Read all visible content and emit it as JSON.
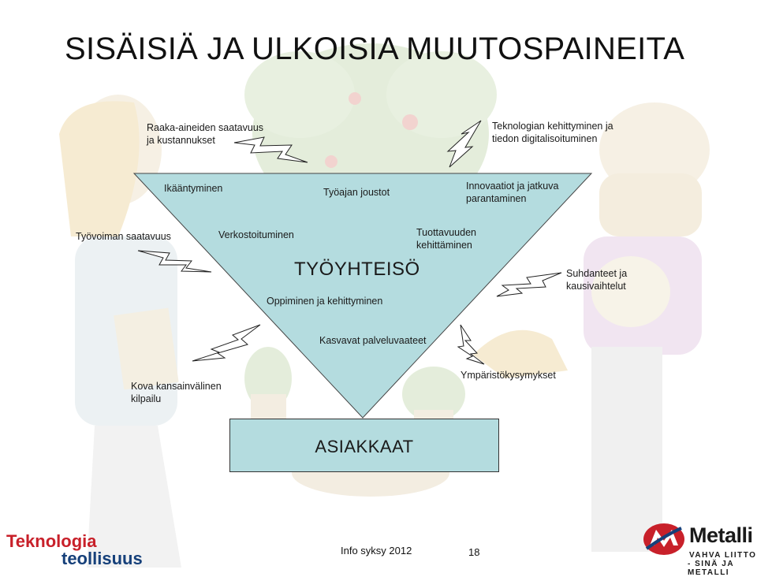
{
  "title": "SISÄISIÄ JA ULKOISIA MUUTOSPAINEITA",
  "external_pressures": {
    "raw_materials": "Raaka-aineiden saatavuus\nja kustannukset",
    "technology": "Teknologian kehittyminen ja\ntiedon digitalisoituminen",
    "workforce": "Työvoiman saatavuus",
    "cycles": "Suhdanteet ja\nkausivaihtelut",
    "competition": "Kova kansainvälinen\nkilpailu",
    "environment": "Ympäristökysymykset"
  },
  "internal_pressures": {
    "aging": "Ikääntyminen",
    "working_time": "Työajan joustot",
    "innovations": "Innovaatiot ja jatkuva\nparantaminen",
    "networking": "Verkostoituminen",
    "productivity": "Tuottavuuden\nkehittäminen",
    "learning": "Oppiminen ja kehittyminen",
    "services": "Kasvavat palveluvaateet"
  },
  "center_label": "TYÖYHTEISÖ",
  "customers_label": "ASIAKKAAT",
  "footer": {
    "event": "Info syksy 2012",
    "page": "18",
    "logo_left_line1": "Teknologia",
    "logo_left_line2": "teollisuus",
    "logo_right_brand": "Metalli",
    "logo_right_tag1": "VAHVA LIITTO",
    "logo_right_tag2": "- SINÄ JA METALLI"
  },
  "colors": {
    "triangle": "#b4dcdf",
    "background_art": "#e6eedd",
    "logo_red": "#c8202a",
    "logo_blue": "#16407a"
  }
}
